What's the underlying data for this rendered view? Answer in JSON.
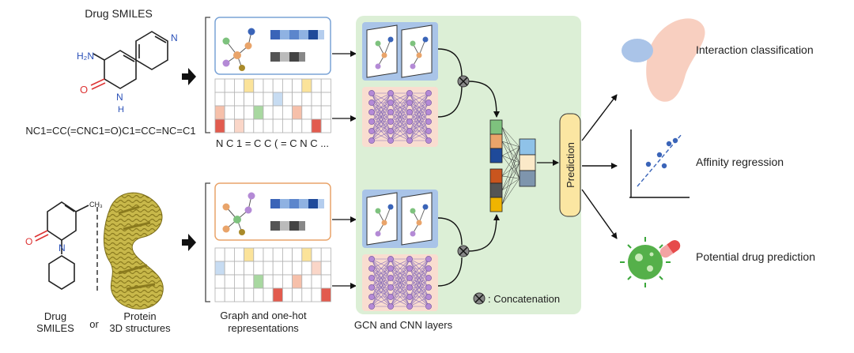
{
  "inputs": {
    "drug_title": "Drug SMILES",
    "smiles_string": "NC1=CC(=CNC1=O)C1=CC=NC=C1",
    "atom_nh2": "H₂N",
    "atom_n_ring": "N",
    "atom_nh": "N",
    "atom_h": "H",
    "atom_o": "O",
    "atom_ch3": "CH₃",
    "atom_o2": "O",
    "atom_n2": "N",
    "bottom_drug_label": [
      "Drug",
      "SMILES"
    ],
    "or_label": "or",
    "protein_label": [
      "Protein",
      "3D structures"
    ]
  },
  "representations": {
    "token_sequence": "N C 1 = C C ( = C N C ...",
    "caption": [
      "Graph and one-hot",
      "representations"
    ]
  },
  "layers": {
    "caption": "GCN and CNN layers",
    "concat_legend": ": Concatenation",
    "prediction_label": "Prediction"
  },
  "outputs": {
    "classification": "Interaction classification",
    "regression": "Affinity regression",
    "potential": "Potential drug prediction"
  },
  "colors": {
    "panel_green": "#dcefd6",
    "gcn_blue": "#a9c4e8",
    "cnn_pink": "#f9ddd0",
    "prediction_yellow": "#fbe6a2",
    "graph_box_blue": "#7aa3d6",
    "graph_box_orange": "#e9a46a"
  }
}
